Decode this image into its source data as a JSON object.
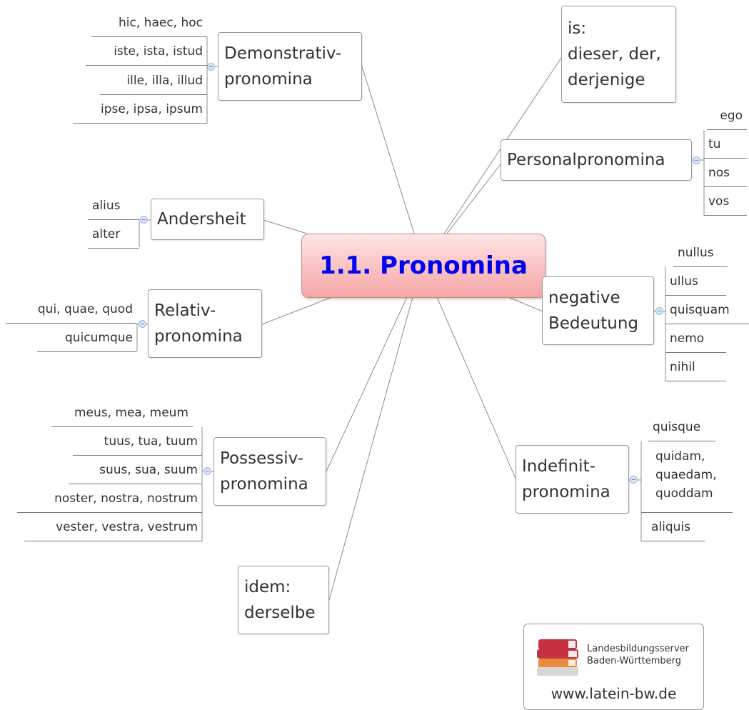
{
  "central": "1.1. Pronomina",
  "topics": {
    "demonstrativ": [
      "Demonstrativ-",
      "pronomina"
    ],
    "is": [
      "is:",
      "dieser, der,",
      "derjenige"
    ],
    "personal": [
      "Personalpronomina"
    ],
    "andersheit": [
      "Andersheit"
    ],
    "relativ": [
      "Relativ-",
      "pronomina"
    ],
    "negative": [
      "negative",
      "Bedeutung"
    ],
    "possessiv": [
      "Possessiv-",
      "pronomina"
    ],
    "indefinit": [
      "Indefinit-",
      "pronomina"
    ],
    "idem": [
      "idem:",
      "derselbe"
    ]
  },
  "leaves": {
    "demonstrativ": [
      "hic, haec, hoc",
      "iste, ista, istud",
      "ille, illa, illud",
      "ipse, ipsa, ipsum"
    ],
    "personal": [
      "ego",
      "tu",
      "nos",
      "vos"
    ],
    "andersheit": [
      "alius",
      "alter"
    ],
    "relativ": [
      "qui, quae, quod",
      "quicumque"
    ],
    "negative": [
      "nullus",
      "ullus",
      "quisquam",
      "nemo",
      "nihil"
    ],
    "possessiv": [
      "meus, mea, meum",
      "tuus, tua, tuum",
      "suus, sua, suum",
      "noster, nostra, nostrum",
      "vester, vestra, vestrum"
    ],
    "indefinit": [
      "quisque",
      "quidam,",
      "quaedam,",
      "quoddam",
      "aliquis"
    ]
  },
  "logo": {
    "line1": "Landesbildungsserver",
    "line2": "Baden-Württemberg",
    "url": "www.latein-bw.de"
  }
}
